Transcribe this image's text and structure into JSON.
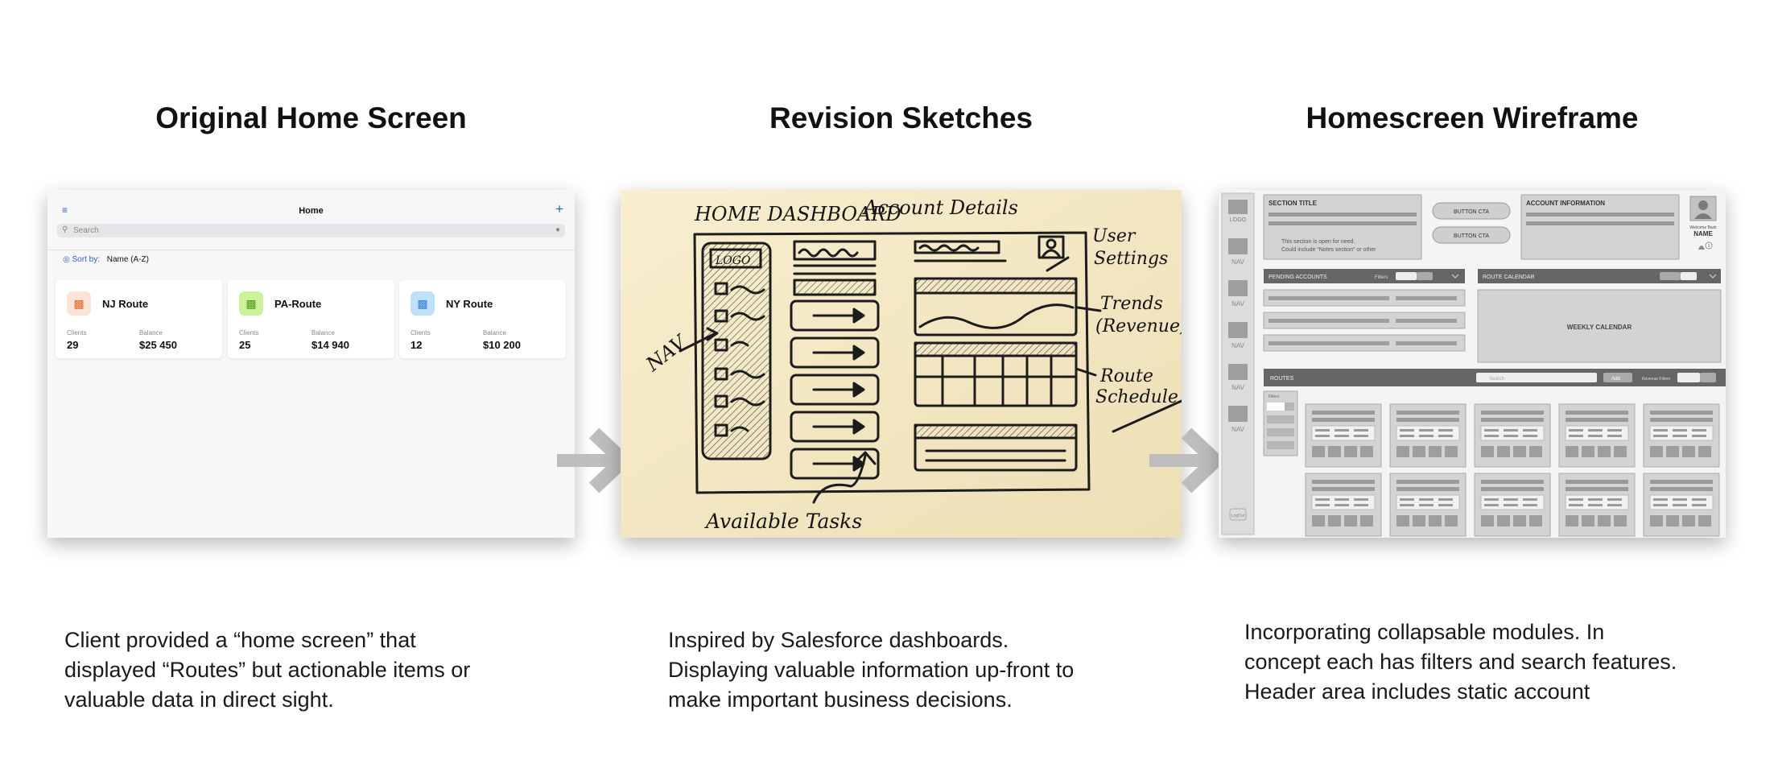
{
  "columns": [
    {
      "title": "Original Home Screen",
      "caption": [
        "Client provided a “home screen” that",
        "displayed “Routes” but actionable items or",
        "valuable data in direct sight."
      ]
    },
    {
      "title": "Revision Sketches",
      "caption": [
        "Inspired by Salesforce dashboards.",
        "Displaying valuable information up-front to",
        "make important business decisions."
      ]
    },
    {
      "title": "Homescreen Wireframe",
      "caption": [
        "Incorporating collapsable modules. In",
        "concept each has filters and search features.",
        "Header area includes static account"
      ]
    }
  ],
  "home_screen": {
    "title": "Home",
    "search_placeholder": "Search",
    "sort_label": "Sort by:",
    "sort_value": "Name (A-Z)",
    "clients_label": "Clients",
    "balance_label": "Balance",
    "routes": [
      {
        "name": "NJ Route",
        "clients": "29",
        "balance": "$25 450",
        "color": "#fbe3d6",
        "icon_color": "#e06a2b",
        "icon": "car-icon"
      },
      {
        "name": "PA-Route",
        "clients": "25",
        "balance": "$14 940",
        "color": "#c9f29a",
        "icon_color": "#4b9c1a",
        "icon": "car-icon"
      },
      {
        "name": "NY Route",
        "clients": "12",
        "balance": "$10 200",
        "color": "#bfe0fb",
        "icon_color": "#2f7fd6",
        "icon": "car-icon"
      }
    ]
  },
  "sketch": {
    "heading_left": "HOME DASHBOARD",
    "heading_right": "Account Details",
    "logo": "LOGO",
    "label_user": [
      "User",
      "Settings"
    ],
    "label_trends": [
      "Trends",
      "(Revenue)"
    ],
    "label_route": [
      "Route",
      "Schedule"
    ],
    "label_nav": "NAV",
    "label_tasks": "Available Tasks"
  },
  "wireframe": {
    "logo": "LOGO",
    "nav_label": "NAV",
    "section_title": "SECTION TITLE",
    "section_note": [
      "This section is open for need.",
      "Could include “Notes section” or other"
    ],
    "button_cta": "BUTTON CTA",
    "account_info": "ACCOUNT INFORMATION",
    "welcome": "Welcome Back",
    "name": "NAME",
    "notif_count": "1",
    "pending_accounts": "PENDING ACCOUNTS",
    "filters": "Filters",
    "route_calendar": "ROUTE CALENDAR",
    "weekly_calendar": "WEEKLY CALENDAR",
    "routes": "ROUTES",
    "search": "Search",
    "add": "Add",
    "revenue_filters": "Revenue Filters",
    "filters_small": "Filters",
    "logout": "LogOut"
  },
  "colors": {
    "arrow": "#bdbdbd",
    "ios_accent": "#2a5bd7",
    "sketch_paper": "#f6ecca",
    "wire_dark": "#666666",
    "wire_gray": "#d3d3d3"
  }
}
